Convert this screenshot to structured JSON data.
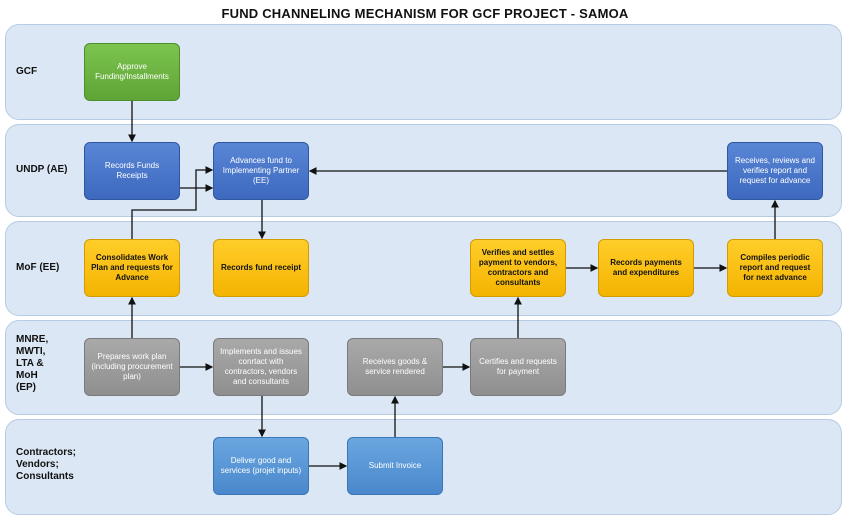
{
  "title": "FUND CHANNELING MECHANISM FOR GCF PROJECT - SAMOA",
  "lanes": {
    "gcf": "GCF",
    "undp": "UNDP (AE)",
    "mof": "MoF (EE)",
    "mnre": "MNRE,\nMWTI,\nLTA &\nMoH\n(EP)",
    "contractors": "Contractors;\nVendors;\nConsultants"
  },
  "boxes": {
    "approve": "Approve Funding/Installments",
    "records_funds": "Records Funds Receipts",
    "advances": "Advances fund to Implementing Partner (EE)",
    "receives_reviews": "Receives, reviews and verifies report and request for advance",
    "consolidates": "Consolidates Work Plan and requests for Advance",
    "records_receipt": "Records fund receipt",
    "verifies_settles": "Verifies and settles payment to vendors, contractors and consultants",
    "records_payments": "Records payments and expenditures",
    "compiles": "Compiles periodic report and request for next advance",
    "prepares": "Prepares work plan (including procurement plan)",
    "implements": "Implements and issues conrtact with contractors, vendors and consultants",
    "receives_goods": "Receives goods & service rendered",
    "certifies": "Certifies and requests for payment",
    "deliver": "Deliver good and services (projet inputs)",
    "submit": "Submit Invoice"
  }
}
